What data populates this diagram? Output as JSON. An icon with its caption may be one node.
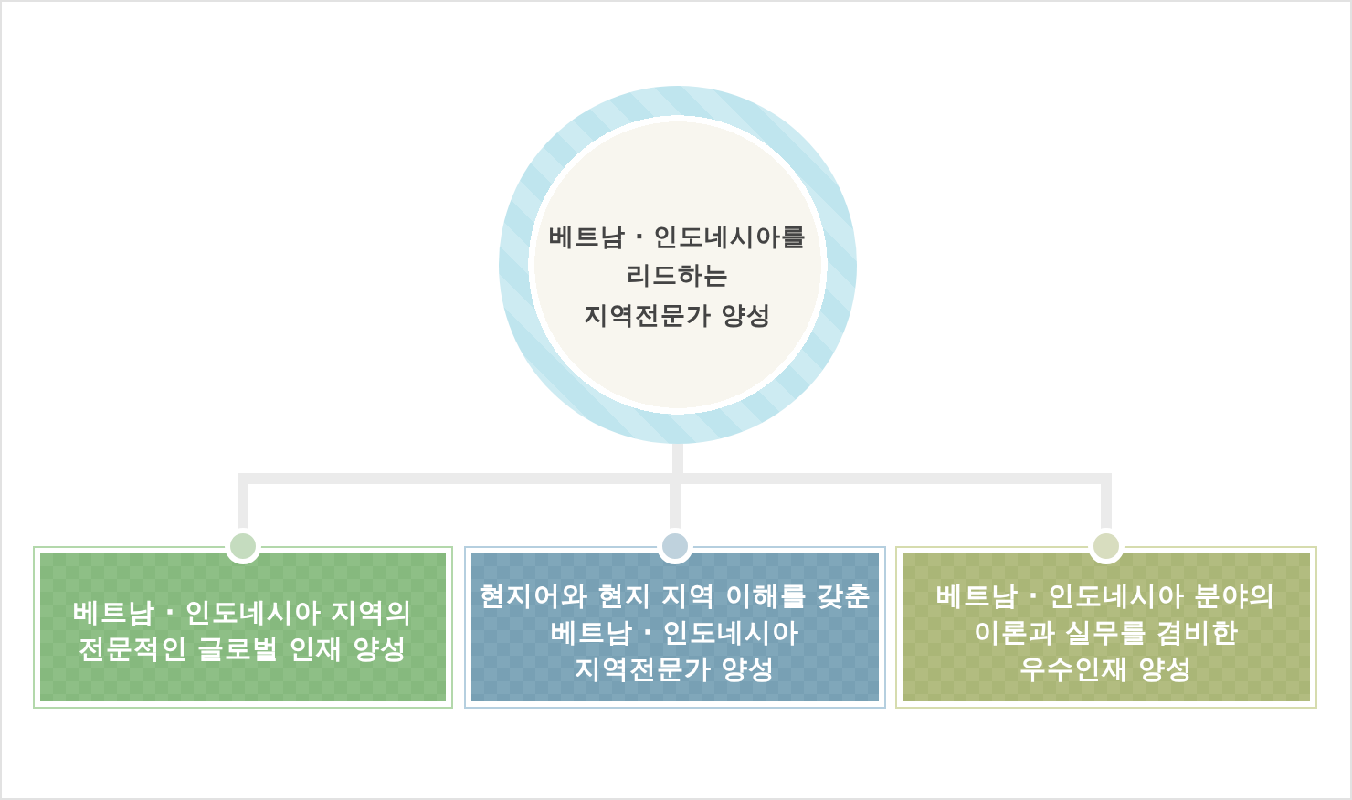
{
  "diagram": {
    "nodes": [
      {
        "text": [
          "베트남 · 인도네시아를 리드하는 지역전문가 양성"
        ]
      },
      {
        "text": [
          "베트남 · 인도네시아 지역의 전문적인 글로벌 인재 양성"
        ]
      },
      {
        "text": [
          "현지어와 현지 지역 이해를 갖춘 베트남 · 인도네시아 지역전문가 양성"
        ]
      },
      {
        "text": [
          "베트남 · 인도네시아 분야의 이론과 실무를 겸비한 우수인재 양성"
        ]
      }
    ],
    "edges": [
      {
        "from": 0,
        "to": 1,
        "arrow": "other"
      },
      {
        "from": 0,
        "to": 2,
        "arrow": "other"
      },
      {
        "from": 0,
        "to": 3,
        "arrow": "other"
      }
    ]
  }
}
